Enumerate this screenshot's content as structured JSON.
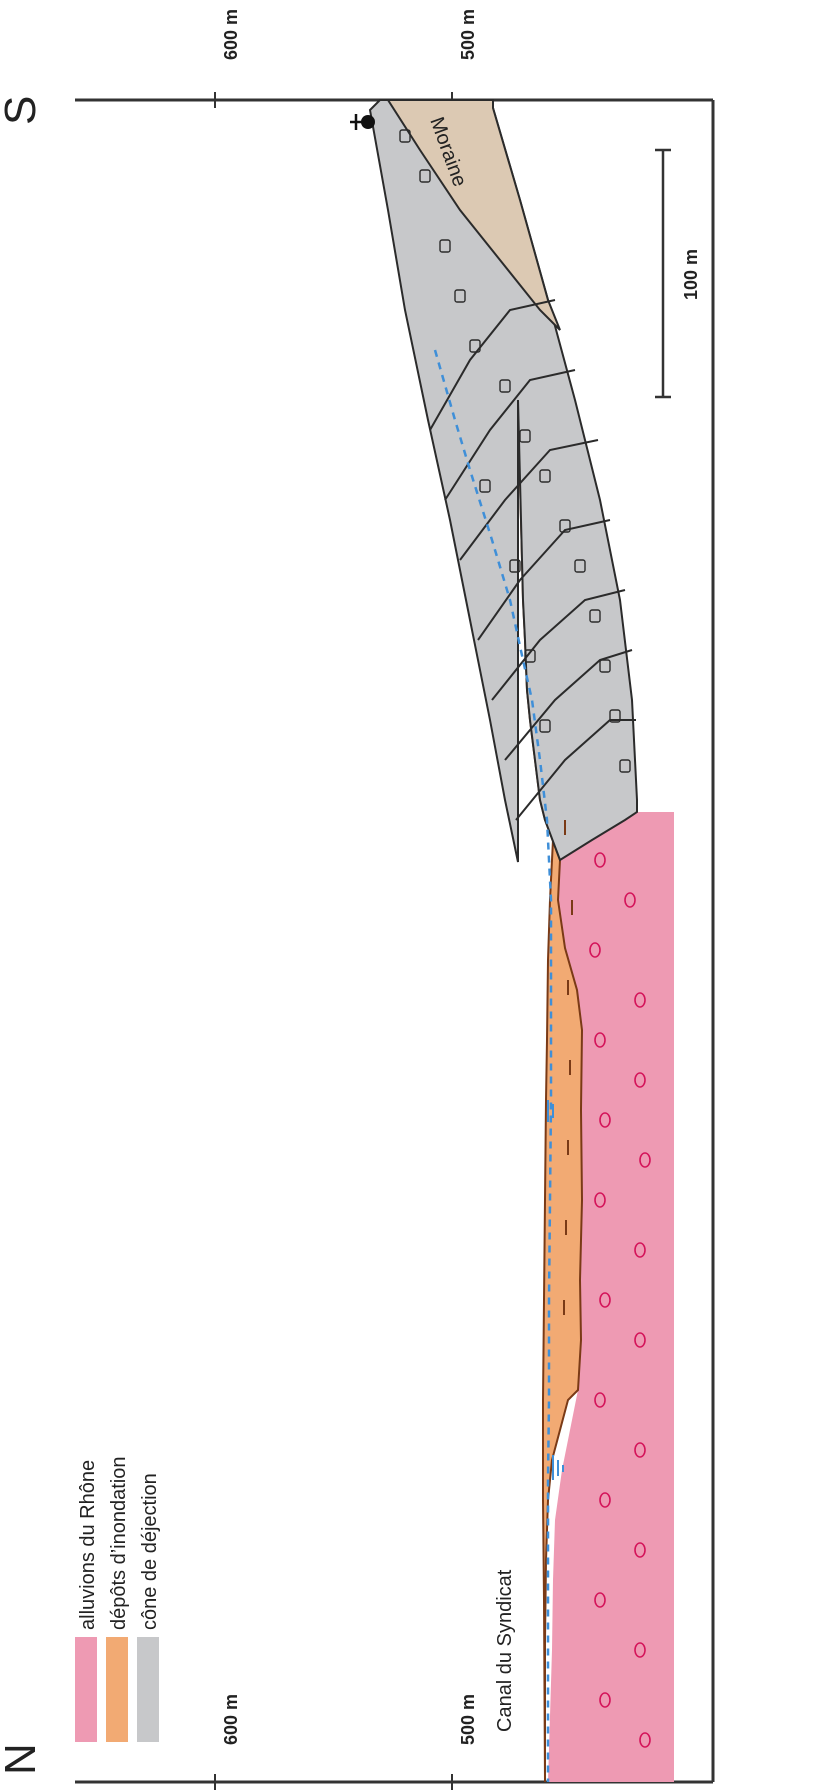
{
  "section": {
    "end_left": "N",
    "end_right": "S",
    "elevation_ticks": [
      "600 m",
      "500 m"
    ],
    "scale_bar_label": "100 m",
    "annotation_canal": "Canal du Syndicat",
    "annotation_moraine": "Moraine"
  },
  "legend": {
    "items": [
      {
        "label": "alluvions du Rhône",
        "color": "#ee9ab3"
      },
      {
        "label": "dépôts d’inondation",
        "color": "#f2aa73"
      },
      {
        "label": "cône de déjection",
        "color": "#c7c8ca"
      }
    ]
  },
  "colors": {
    "moraine": "#dcc9b3",
    "outline": "#2b2b2b",
    "water_table": "#3f8fd8",
    "alluvium_symbol": "#d4145a"
  },
  "icons": [
    "borehole-cross-icon",
    "groundwater-marker-icon"
  ]
}
